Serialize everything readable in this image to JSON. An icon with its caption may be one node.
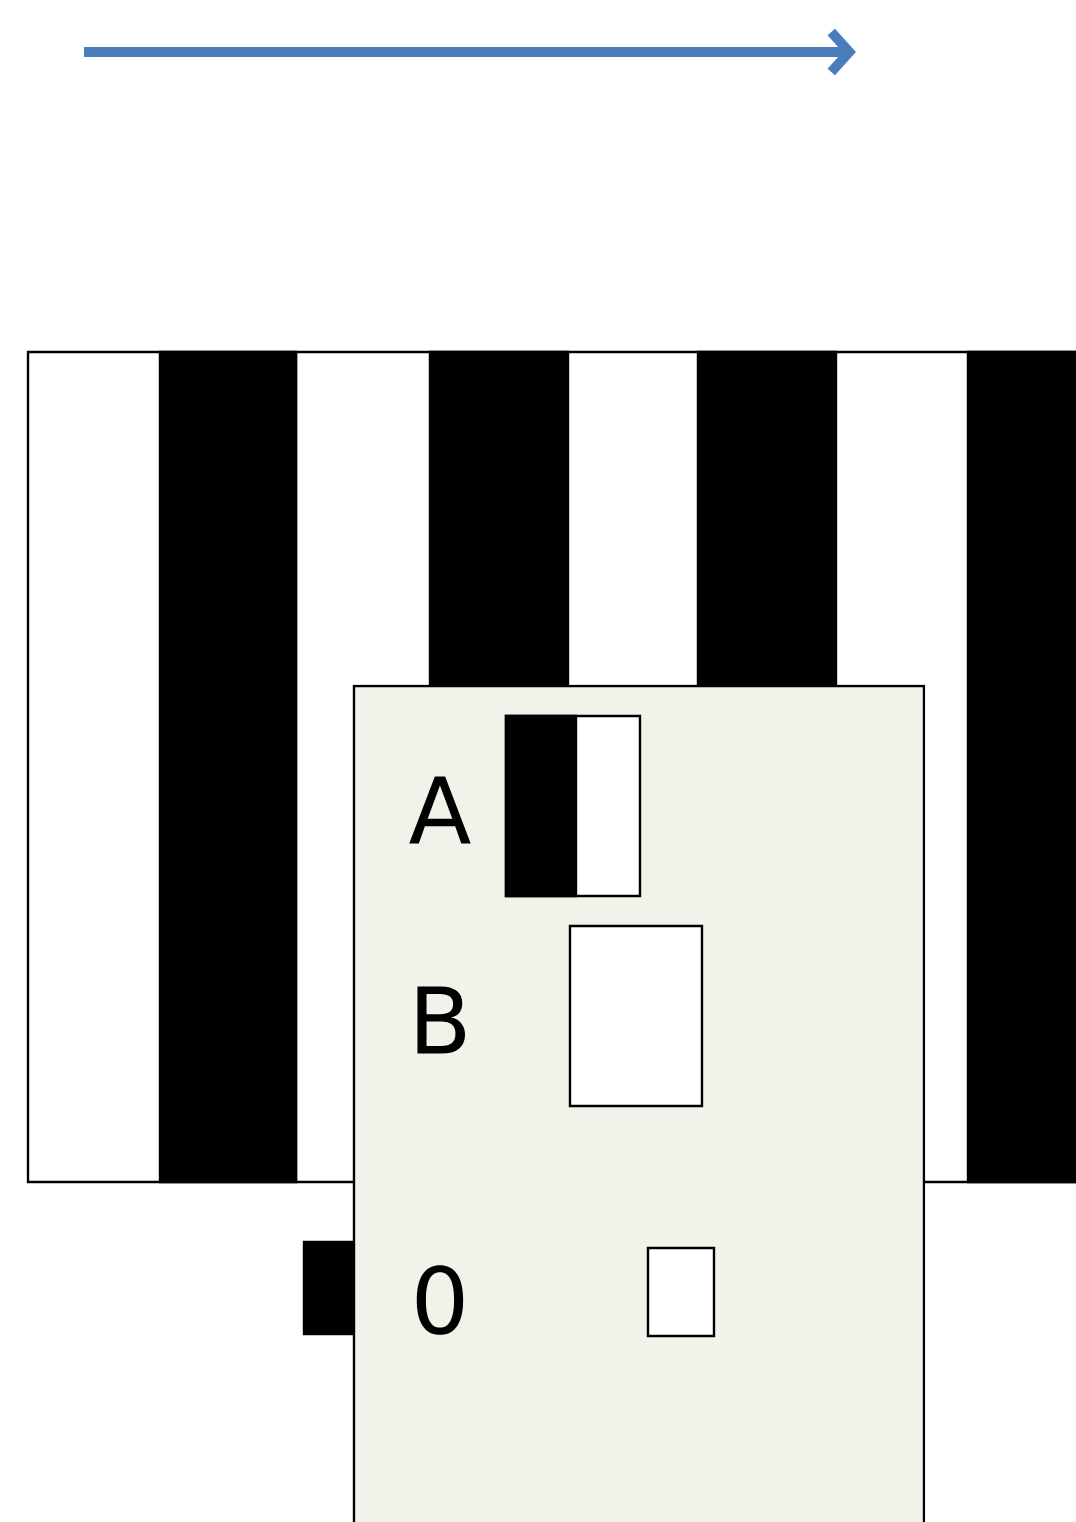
{
  "diagram": {
    "labels": [
      "A",
      "B",
      "0"
    ]
  }
}
